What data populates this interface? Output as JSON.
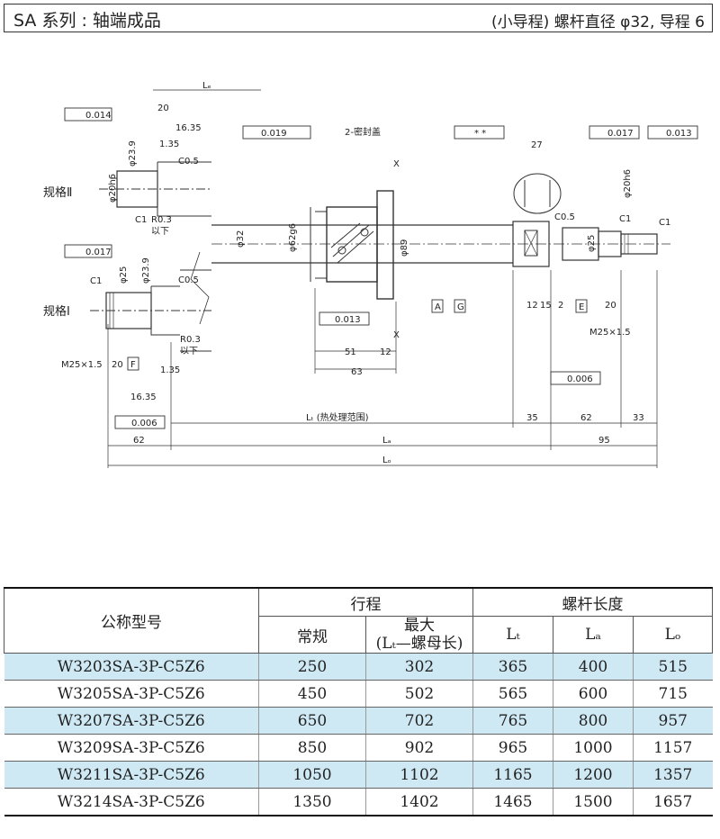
{
  "header": {
    "title": "SA 系列 : 轴端成品",
    "subtitle": "(小导程) 螺杆直径 φ32, 导程 6"
  },
  "drawing": {
    "labels": {
      "spec2": "规格Ⅱ",
      "spec1": "规格Ⅰ",
      "seal": "2-密封盖",
      "heat": "Lₜ (热处理范围)",
      "la": "Lₐ",
      "lo": "Lₒ",
      "le": "Lₑ",
      "x": "X",
      "a": "A",
      "g": "G",
      "e": "E",
      "f": "F"
    },
    "tolerances": {
      "t1": "0.014",
      "t2": "0.017",
      "t3": "0.019",
      "t4": "0.013",
      "t5": "0.017",
      "t6": "0.013",
      "t7": "0.006",
      "t8": "0.006",
      "t9": "* *"
    },
    "dims": {
      "d20a": "20",
      "d1635": "16.35",
      "d135": "1.35",
      "c05": "C0.5",
      "c1": "C1",
      "r03": "R0.3",
      "below": "以下",
      "d259": "φ23.9",
      "d20h6": "φ20h6",
      "d25": "φ25",
      "m25": "M25×1.5",
      "d20b": "20",
      "d32": "φ32",
      "d62g6": "φ62g6",
      "d89": "φ89",
      "d51": "51",
      "d12": "12",
      "d63": "63",
      "d27": "27",
      "d12b": "12",
      "d15": "15",
      "d2": "2",
      "d20c": "20",
      "d35": "35",
      "d62": "62",
      "d33": "33",
      "d95": "95",
      "d62b": "62"
    }
  },
  "table": {
    "headers": {
      "model": "公称型号",
      "stroke": "行程",
      "normal": "常规",
      "max": "最大",
      "max_note": "(Lₜ—螺母长)",
      "length": "螺杆长度",
      "lt": "Lₜ",
      "la": "Lₐ",
      "lo": "Lₒ"
    },
    "rows": [
      {
        "model": "W3203SA-3P-C5Z6",
        "normal": "250",
        "max": "302",
        "lt": "365",
        "la": "400",
        "lo": "515"
      },
      {
        "model": "W3205SA-3P-C5Z6",
        "normal": "450",
        "max": "502",
        "lt": "565",
        "la": "600",
        "lo": "715"
      },
      {
        "model": "W3207SA-3P-C5Z6",
        "normal": "650",
        "max": "702",
        "lt": "765",
        "la": "800",
        "lo": "957"
      },
      {
        "model": "W3209SA-3P-C5Z6",
        "normal": "850",
        "max": "902",
        "lt": "965",
        "la": "1000",
        "lo": "1157"
      },
      {
        "model": "W3211SA-3P-C5Z6",
        "normal": "1050",
        "max": "1102",
        "lt": "1165",
        "la": "1200",
        "lo": "1357"
      },
      {
        "model": "W3214SA-3P-C5Z6",
        "normal": "1350",
        "max": "1402",
        "lt": "1465",
        "la": "1500",
        "lo": "1657"
      }
    ]
  },
  "colors": {
    "highlight": "#cfe9f4"
  }
}
